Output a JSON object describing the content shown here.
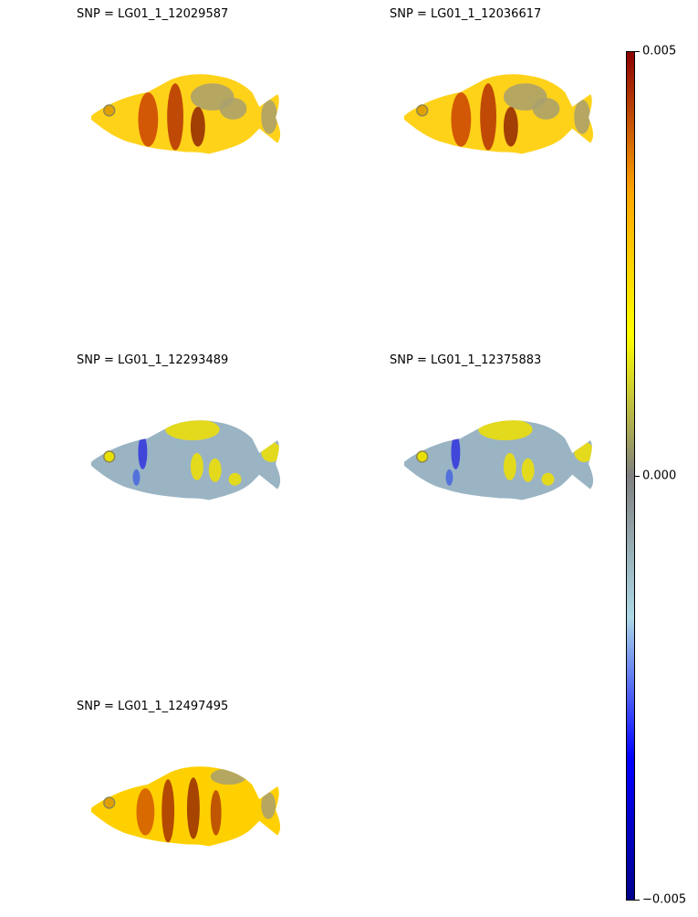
{
  "chart_data": {
    "type": "heatmap",
    "panels": [
      {
        "title": "SNP = LG01_1_12029587",
        "pattern": "yellow-orange with dark red vertical bars"
      },
      {
        "title": "SNP = LG01_1_12036617",
        "pattern": "yellow-orange with dark red vertical bars"
      },
      {
        "title": "SNP = LG01_1_12293489",
        "pattern": "grey-blue body with blue bar and yellow patches"
      },
      {
        "title": "SNP = LG01_1_12375883",
        "pattern": "grey-blue body with blue bar and yellow patches"
      },
      {
        "title": "SNP = LG01_1_12497495",
        "pattern": "yellow with dark orange-red bars"
      }
    ],
    "colorbar": {
      "min": -0.005,
      "max": 0.005,
      "ticks": [
        {
          "value": 0.005,
          "label": "0.005"
        },
        {
          "value": 0.0,
          "label": "0.000"
        },
        {
          "value": -0.005,
          "label": "−0.005"
        }
      ],
      "colors": [
        "#00008b",
        "#0000ff",
        "#add8e6",
        "#808080",
        "#ffff00",
        "#ffa500",
        "#8b0000"
      ]
    }
  }
}
